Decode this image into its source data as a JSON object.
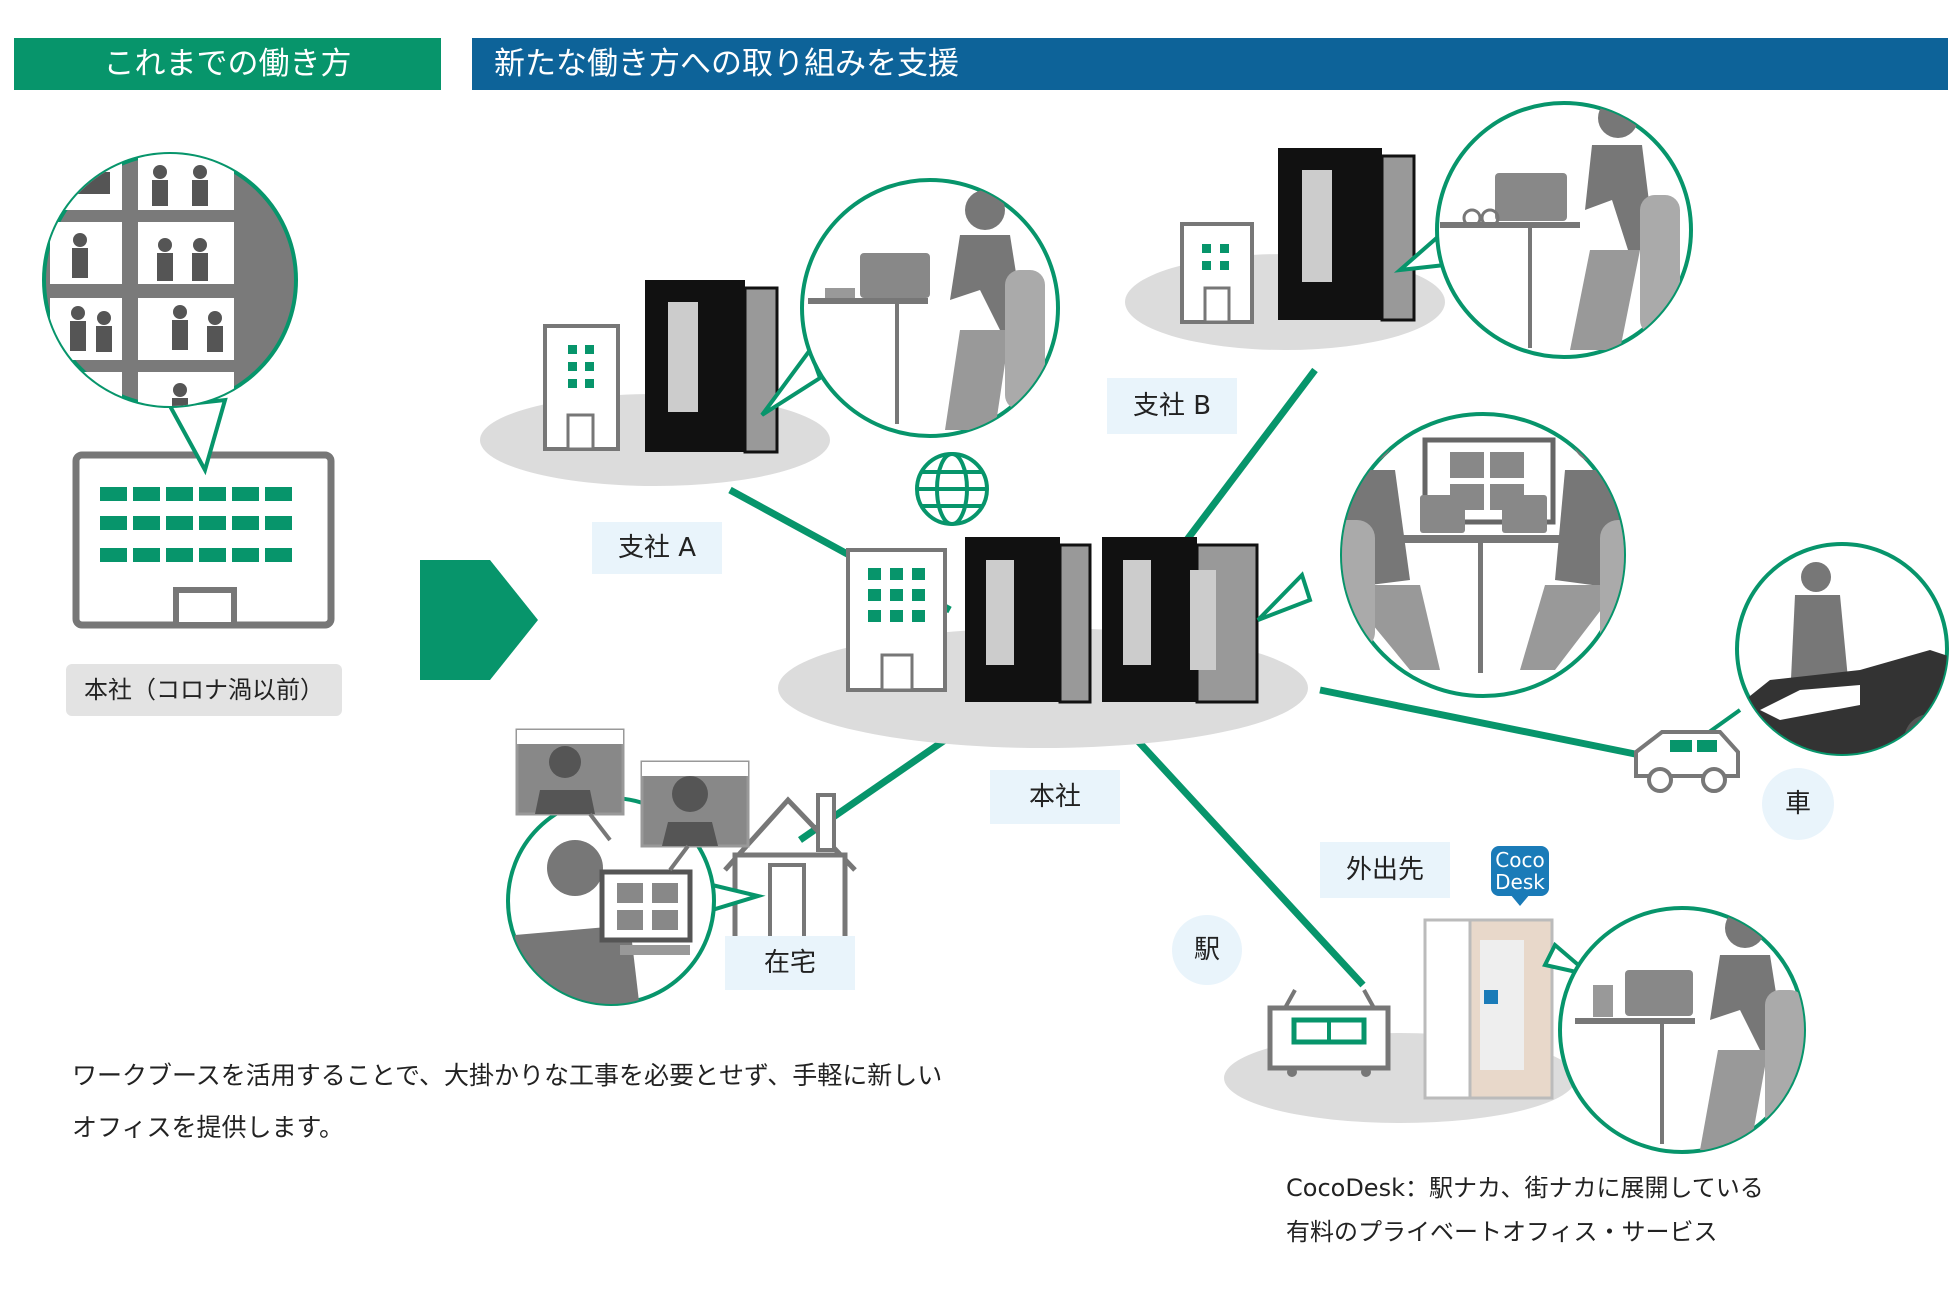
{
  "header": {
    "left_title": "これまでの働き方",
    "right_title": "新たな働き方への取り組みを支援"
  },
  "labels": {
    "hq_before": "本社（コロナ渦以前）",
    "branch_a": "支社 A",
    "branch_b": "支社 B",
    "hq": "本社",
    "home": "在宅",
    "outing": "外出先",
    "station": "駅",
    "car": "車"
  },
  "cocodesk_logo": {
    "line1": "Coco",
    "line2": "Desk"
  },
  "description": {
    "line1": "ワークブースを活用することで、大掛かりな工事を必要とせず、手軽に新しい",
    "line2": "オフィスを提供します。"
  },
  "cocodesk_note": {
    "line1": "CocoDesk：駅ナカ、街ナカに展開している",
    "line2": "有料のプライベートオフィス・サービス"
  },
  "colors": {
    "green": "#07956b",
    "blue": "#0d6399",
    "platform_gray": "#dcdcdc",
    "label_bg": "#e9f4fb",
    "figure_gray": "#7a7a7a"
  },
  "icons": [
    "globe-icon",
    "building-icon",
    "work-booth-icon",
    "car-icon",
    "train-icon",
    "house-icon",
    "arrow-icon"
  ]
}
